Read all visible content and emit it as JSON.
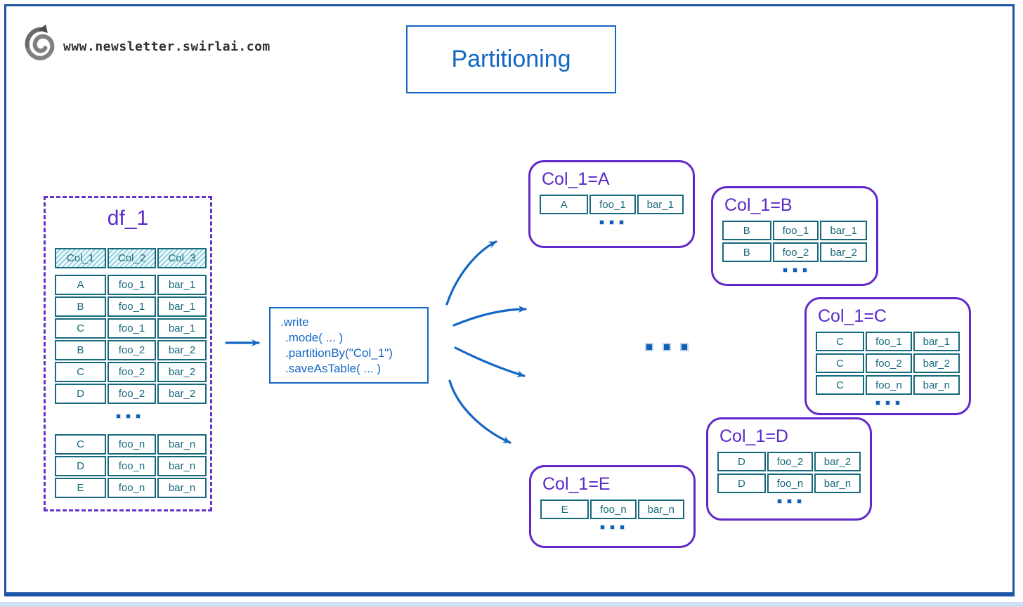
{
  "branding": {
    "site_url": "www.newsletter.swirlai.com"
  },
  "header": {
    "title": "Partitioning"
  },
  "dataframe": {
    "name": "df_1",
    "columns": [
      "Col_1",
      "Col_2",
      "Col_3"
    ],
    "rows_top": [
      [
        "A",
        "foo_1",
        "bar_1"
      ],
      [
        "B",
        "foo_1",
        "bar_1"
      ],
      [
        "C",
        "foo_1",
        "bar_1"
      ],
      [
        "B",
        "foo_2",
        "bar_2"
      ],
      [
        "C",
        "foo_2",
        "bar_2"
      ],
      [
        "D",
        "foo_2",
        "bar_2"
      ]
    ],
    "ellipsis": "...",
    "rows_bottom": [
      [
        "C",
        "foo_n",
        "bar_n"
      ],
      [
        "D",
        "foo_n",
        "bar_n"
      ],
      [
        "E",
        "foo_n",
        "bar_n"
      ]
    ]
  },
  "code_box": {
    "lines": [
      ".write",
      ".mode( ... )",
      ".partitionBy(\"Col_1\")",
      ".saveAsTable( ... )"
    ]
  },
  "more_partitions_ellipsis": "...",
  "partitions": [
    {
      "title": "Col_1=A",
      "rows": [
        [
          "A",
          "foo_1",
          "bar_1"
        ]
      ],
      "ellipsis": "..."
    },
    {
      "title": "Col_1=B",
      "rows": [
        [
          "B",
          "foo_1",
          "bar_1"
        ],
        [
          "B",
          "foo_2",
          "bar_2"
        ]
      ],
      "ellipsis": "..."
    },
    {
      "title": "Col_1=C",
      "rows": [
        [
          "C",
          "foo_1",
          "bar_1"
        ],
        [
          "C",
          "foo_2",
          "bar_2"
        ],
        [
          "C",
          "foo_n",
          "bar_n"
        ]
      ],
      "ellipsis": "..."
    },
    {
      "title": "Col_1=D",
      "rows": [
        [
          "D",
          "foo_2",
          "bar_2"
        ],
        [
          "D",
          "foo_n",
          "bar_n"
        ]
      ],
      "ellipsis": "..."
    },
    {
      "title": "Col_1=E",
      "rows": [
        [
          "E",
          "foo_n",
          "bar_n"
        ]
      ],
      "ellipsis": "..."
    }
  ],
  "colors": {
    "accent_blue": "#1467c4",
    "table_teal": "#17697c",
    "purple": "#5b2ac8",
    "frame_blue": "#1d56a7",
    "footer_strip": "#cfe0f2",
    "hatch_teal": "#93d3e0"
  }
}
